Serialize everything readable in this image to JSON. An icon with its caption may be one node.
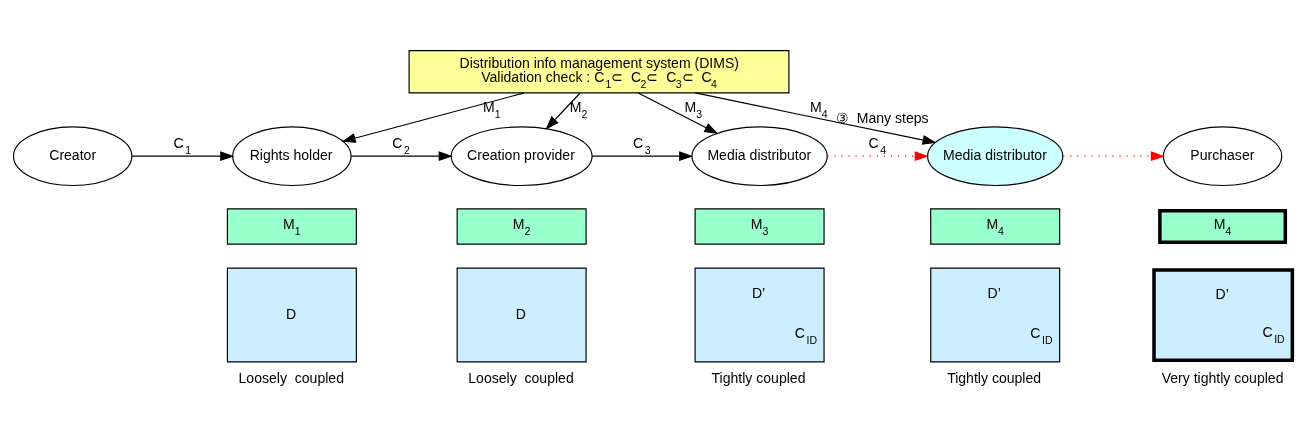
{
  "diagram": {
    "nodes": [
      {
        "text": [
          "Distribution info management system (DIMS)",
          "Validation check : C$_{1}$⊂  C$_{2}$⊂  C$_{3}$⊂  C$_{4}$"
        ]
      },
      {
        "text": [
          "Creator"
        ]
      },
      {
        "text": [
          "Rights holder"
        ]
      },
      {
        "text": [
          "Creation provider"
        ]
      },
      {
        "text": [
          "Media distributor"
        ]
      },
      {
        "text": [
          "Media distributor"
        ],
        "beside": [
          "③  Many steps"
        ]
      },
      {
        "text": [
          "Purchaser"
        ]
      },
      {
        "text": [
          "M$_{1}$"
        ]
      },
      {
        "text": [
          "D"
        ],
        "beside": [
          "Loosely  coupled"
        ]
      },
      {
        "text": [
          "M$_{2}$"
        ]
      },
      {
        "text": [
          "D"
        ],
        "beside": [
          "Loosely  coupled"
        ]
      },
      {
        "text": [
          "M$_{3}$"
        ]
      },
      {
        "text": [
          "D’",
          "C$_{ID}$"
        ],
        "beside": [
          "Tightly coupled"
        ]
      },
      {
        "text": [
          "M$_{4}$"
        ]
      },
      {
        "text": [
          "D’",
          "C$_{ID}$"
        ],
        "beside": [
          "Tightly coupled"
        ]
      },
      {
        "text": [
          "M$_{4}$"
        ]
      },
      {
        "text": [
          "D’",
          "C$_{ID}$"
        ],
        "beside": [
          "Very tightly coupled"
        ]
      }
    ],
    "edges": [
      {
        "from": 0,
        "to": 2,
        "arrow": "to",
        "label": "M$_{1}$"
      },
      {
        "from": 0,
        "to": 3,
        "arrow": "to",
        "label": "M$_{2}$"
      },
      {
        "from": 0,
        "to": 4,
        "arrow": "to",
        "label": "M$_{3}$"
      },
      {
        "from": 0,
        "to": 5,
        "arrow": "to",
        "label": "M$_{4}$"
      },
      {
        "from": 1,
        "to": 2,
        "arrow": "to",
        "label": "C$_{1}$"
      },
      {
        "from": 2,
        "to": 3,
        "arrow": "to",
        "label": "C$_{2}$"
      },
      {
        "from": 3,
        "to": 4,
        "arrow": "to",
        "label": "C$_{3}$"
      },
      {
        "from": 4,
        "to": 5,
        "arrow": "to",
        "label": "C$_{4}$",
        "style": "dashed",
        "color": "#ff0000"
      },
      {
        "from": 5,
        "to": 6,
        "arrow": "to",
        "style": "dashed",
        "color": "#ff0000"
      }
    ]
  }
}
